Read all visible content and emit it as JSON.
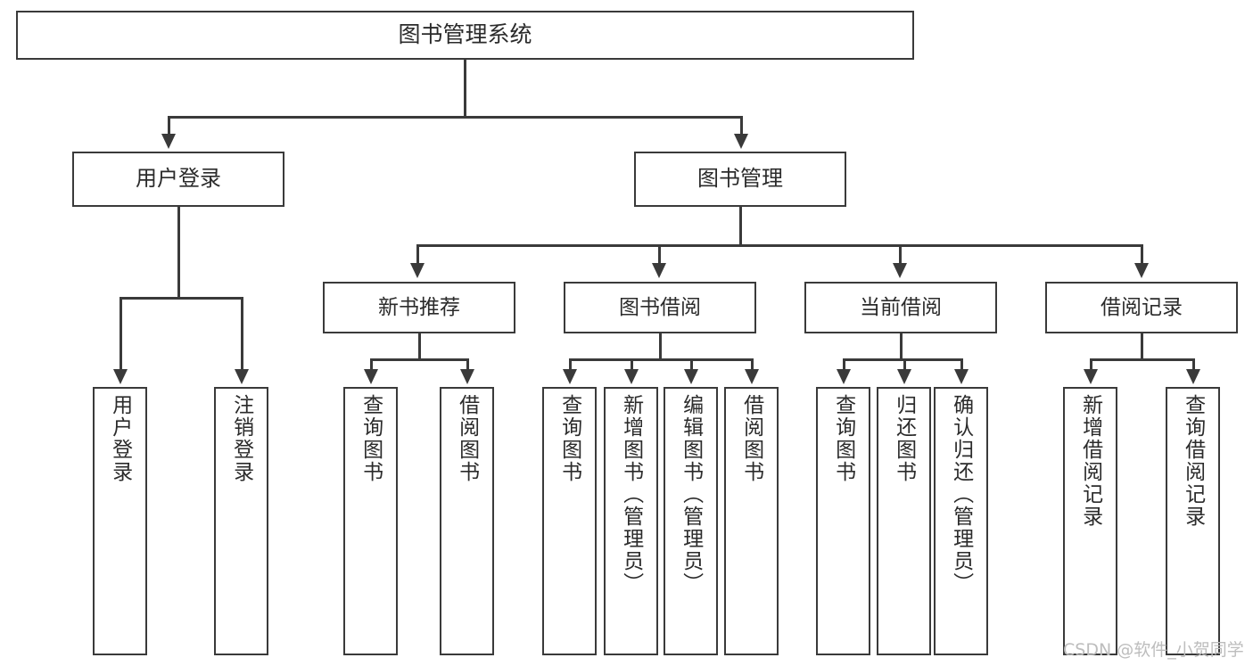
{
  "diagram": {
    "type": "tree-hierarchy",
    "title": "图书管理系统",
    "root": {
      "label": "图书管理系统"
    },
    "level2": [
      {
        "id": "user-login",
        "label": "用户登录"
      },
      {
        "id": "book-management",
        "label": "图书管理"
      }
    ],
    "level3": [
      {
        "id": "new-book-recommend",
        "label": "新书推荐",
        "parent": "book-management"
      },
      {
        "id": "book-borrow",
        "label": "图书借阅",
        "parent": "book-management"
      },
      {
        "id": "current-borrow",
        "label": "当前借阅",
        "parent": "book-management"
      },
      {
        "id": "borrow-record",
        "label": "借阅记录",
        "parent": "book-management"
      }
    ],
    "leaves": {
      "user_login": [
        {
          "id": "leaf-user-login",
          "label": "用户登录"
        },
        {
          "id": "leaf-logout-login",
          "label": "注销登录"
        }
      ],
      "new_book_recommend": [
        {
          "id": "leaf-query-book-1",
          "label": "查询图书"
        },
        {
          "id": "leaf-borrow-book-1",
          "label": "借阅图书"
        }
      ],
      "book_borrow": [
        {
          "id": "leaf-query-book-2",
          "label": "查询图书"
        },
        {
          "id": "leaf-add-book-admin",
          "label": "新增图书（管理员）"
        },
        {
          "id": "leaf-edit-book-admin",
          "label": "编辑图书（管理员）"
        },
        {
          "id": "leaf-borrow-book-2",
          "label": "借阅图书"
        }
      ],
      "current_borrow": [
        {
          "id": "leaf-query-book-3",
          "label": "查询图书"
        },
        {
          "id": "leaf-return-book",
          "label": "归还图书"
        },
        {
          "id": "leaf-confirm-return-admin",
          "label": "确认归还（管理员）"
        }
      ],
      "borrow_record": [
        {
          "id": "leaf-add-borrow-record",
          "label": "新增借阅记录"
        },
        {
          "id": "leaf-query-borrow-record",
          "label": "查询借阅记录"
        }
      ]
    }
  },
  "watermark": {
    "text": "CSDN @软件_小贺同学"
  },
  "colors": {
    "border": "#3a3a3a",
    "text": "#2b2b2b",
    "background": "#ffffff",
    "watermark": "#bdbdbd"
  }
}
